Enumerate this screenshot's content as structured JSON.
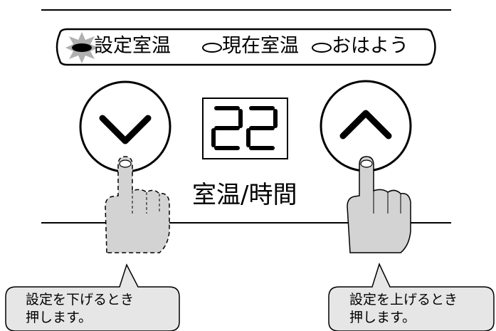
{
  "modes": {
    "setpoint": "設定室温",
    "current": "現在室温",
    "morning": "おはよう",
    "active": "setpoint"
  },
  "display": {
    "value": "22"
  },
  "readout_label": "室温/時間",
  "callouts": {
    "down": {
      "line1": "設定を下げるとき",
      "line2": "押します。"
    },
    "up": {
      "line1": "設定を上げるとき",
      "line2": "押します。"
    }
  },
  "colors": {
    "panel_line": "#000000",
    "hand_fill": "#d3d3d3",
    "callout_fill": "#e6e6e6",
    "indicator_glow": "#b0b0b0"
  },
  "icons": {
    "down_button": "chevron-down-icon",
    "up_button": "chevron-up-icon",
    "hand": "pointing-hand-icon"
  }
}
